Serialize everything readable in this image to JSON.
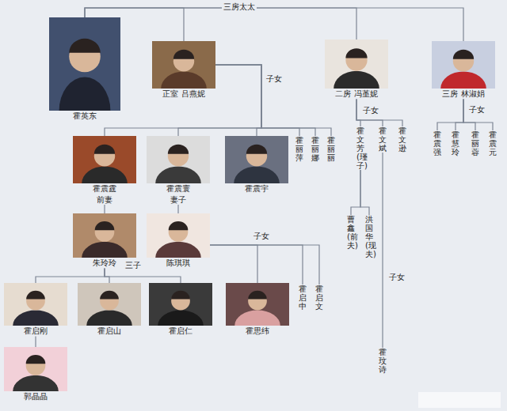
{
  "diagram": {
    "nodes": [
      {
        "text": [
          "霍英东"
        ]
      },
      {
        "text": [
          "正室 吕燕妮"
        ]
      },
      {
        "text": [
          "二房 冯堇妮"
        ]
      },
      {
        "text": [
          "三房 林淑娟"
        ]
      },
      {
        "text": [
          "霍震霆",
          "前妻"
        ]
      },
      {
        "text": [
          "霍震寰",
          "妻子"
        ]
      },
      {
        "text": [
          "霍震宇"
        ]
      },
      {
        "text": [
          "霍丽萍"
        ]
      },
      {
        "text": [
          "霍丽娜"
        ]
      },
      {
        "text": [
          "霍丽丽"
        ]
      },
      {
        "text": [
          "霍文芳(瑾子)"
        ]
      },
      {
        "text": [
          "霍文斌"
        ]
      },
      {
        "text": [
          "霍文逊"
        ]
      },
      {
        "text": [
          "霍震强"
        ]
      },
      {
        "text": [
          "霍慧玲"
        ]
      },
      {
        "text": [
          "霍丽蓉"
        ]
      },
      {
        "text": [
          "霍震元"
        ]
      },
      {
        "text": [
          "朱玲玲"
        ]
      },
      {
        "text": [
          "陈琪琪"
        ]
      },
      {
        "text": [
          "曹鑫(前夫)"
        ]
      },
      {
        "text": [
          "洪国华(现夫)"
        ]
      },
      {
        "text": [
          "霍启刚"
        ]
      },
      {
        "text": [
          "霍启山"
        ]
      },
      {
        "text": [
          "霍启仁"
        ]
      },
      {
        "text": [
          "霍思纬"
        ]
      },
      {
        "text": [
          "霍启中"
        ]
      },
      {
        "text": [
          "霍启文"
        ]
      },
      {
        "text": [
          "郭晶晶"
        ]
      },
      {
        "text": [
          "霍玟诗"
        ]
      }
    ],
    "edges": [
      {
        "from": 0,
        "to": 1,
        "arrow": "none"
      },
      {
        "from": 0,
        "to": 2,
        "arrow": "none"
      },
      {
        "from": 0,
        "to": 3,
        "arrow": "none"
      },
      {
        "from": 1,
        "to": 4,
        "arrow": "none"
      },
      {
        "from": 1,
        "to": 5,
        "arrow": "none"
      },
      {
        "from": 1,
        "to": 6,
        "arrow": "none"
      },
      {
        "from": 1,
        "to": 7,
        "arrow": "none"
      },
      {
        "from": 1,
        "to": 8,
        "arrow": "none"
      },
      {
        "from": 1,
        "to": 9,
        "arrow": "none"
      },
      {
        "from": 4,
        "to": 17,
        "arrow": "none"
      },
      {
        "from": 5,
        "to": 18,
        "arrow": "none"
      },
      {
        "from": 2,
        "to": 10,
        "arrow": "none"
      },
      {
        "from": 2,
        "to": 11,
        "arrow": "none"
      },
      {
        "from": 2,
        "to": 12,
        "arrow": "none"
      },
      {
        "from": 10,
        "to": 19,
        "arrow": "none"
      },
      {
        "from": 10,
        "to": 20,
        "arrow": "none"
      },
      {
        "from": 11,
        "to": 28,
        "arrow": "none"
      },
      {
        "from": 3,
        "to": 13,
        "arrow": "none"
      },
      {
        "from": 3,
        "to": 14,
        "arrow": "none"
      },
      {
        "from": 3,
        "to": 15,
        "arrow": "none"
      },
      {
        "from": 3,
        "to": 16,
        "arrow": "none"
      },
      {
        "from": 17,
        "to": 21,
        "arrow": "none"
      },
      {
        "from": 17,
        "to": 22,
        "arrow": "none"
      },
      {
        "from": 17,
        "to": 23,
        "arrow": "none"
      },
      {
        "from": 18,
        "to": 24,
        "arrow": "none"
      },
      {
        "from": 18,
        "to": 25,
        "arrow": "none"
      },
      {
        "from": 18,
        "to": 26,
        "arrow": "none"
      },
      {
        "from": 21,
        "to": 27,
        "arrow": "none"
      }
    ],
    "labels": [
      "三房太太",
      "子女",
      "子女",
      "子女",
      "三子",
      "子女",
      "子女"
    ]
  }
}
